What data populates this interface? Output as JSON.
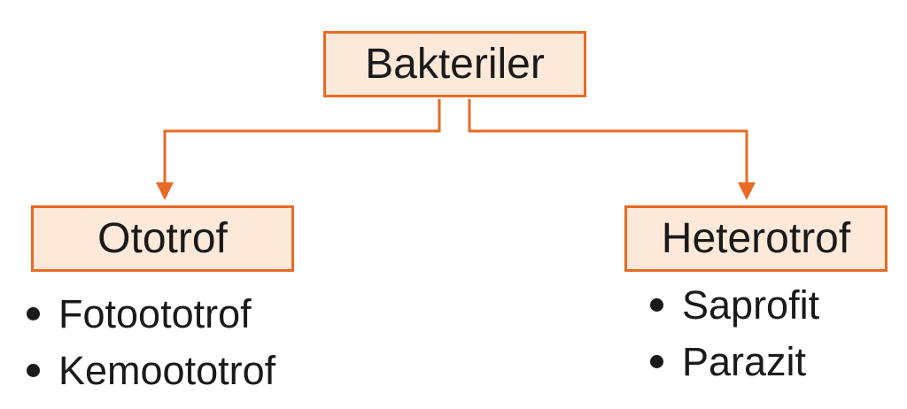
{
  "diagram": {
    "root": {
      "label": "Bakteriler"
    },
    "branches": [
      {
        "label": "Ototrof",
        "items": [
          "Fotoototrof",
          "Kemoototrof"
        ]
      },
      {
        "label": "Heterotrof",
        "items": [
          "Saprofit",
          "Parazit"
        ]
      }
    ]
  },
  "colors": {
    "accent": "#e86a25",
    "box_fill": "#fde9d9",
    "text": "#1a1a1a"
  }
}
